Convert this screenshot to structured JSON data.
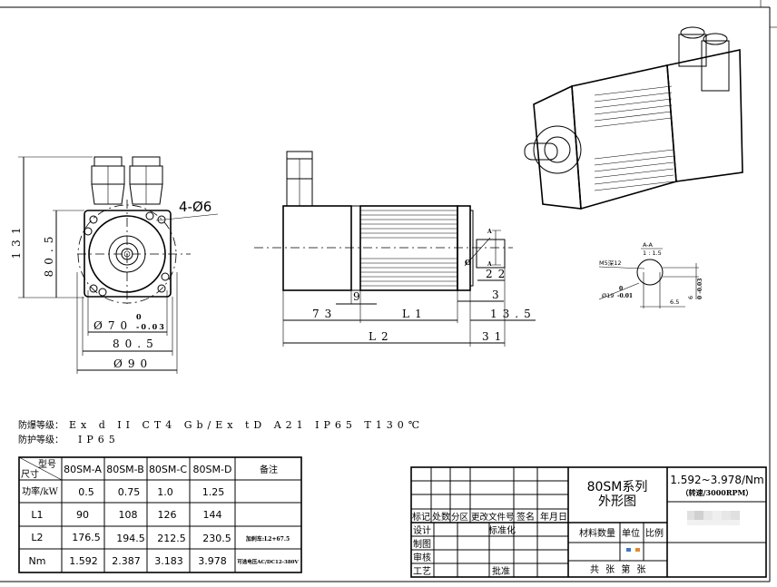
{
  "drawing": {
    "front_view": {
      "height_total": "131",
      "flange_height": "80.5",
      "holes": "4-Ø6",
      "pilot_dia_value": "Ø70",
      "pilot_tol_upper": "0",
      "pilot_tol_lower": "-0.03",
      "flange_width": "80.5",
      "bolt_circle": "Ø90"
    },
    "side_view": {
      "dim_9": "9",
      "dim_73": "73",
      "dim_L1": "L1",
      "dim_L2": "L2",
      "dim_3": "3",
      "dim_22": "22",
      "dim_13_5": "13.5",
      "dim_31": "31",
      "shaft_dia": "Ø",
      "section_mark": "A"
    },
    "section": {
      "title": "A-A",
      "scale": "1 : 1.5",
      "thread": "M5深12",
      "shaft_dia": "Ø19",
      "shaft_tol_upper": "0",
      "shaft_tol_lower": "-0.01",
      "key_width": "6",
      "key_tol": "0 -0.03",
      "key_depth": "6.5"
    }
  },
  "specs": {
    "explosion_label": "防爆等级：",
    "explosion_value": "Ex d II CT4 Gb/Ex tD A21 IP65 T130℃",
    "protection_label": "防护等级：",
    "protection_value": "IP65"
  },
  "table": {
    "corner_top": "型号",
    "corner_bottom": "尺寸",
    "headers": [
      "80SM-A",
      "80SM-B",
      "80SM-C",
      "80SM-D",
      "备注"
    ],
    "rows": [
      {
        "label": "功率/kW",
        "values": [
          "0.5",
          "0.75",
          "1.0",
          "1.25"
        ],
        "note": ""
      },
      {
        "label": "L1",
        "values": [
          "90",
          "108",
          "126",
          "144"
        ],
        "note": ""
      },
      {
        "label": "L2",
        "values": [
          "176.5",
          "194.5",
          "212.5",
          "230.5"
        ],
        "note": "加刹车:L2+67.5"
      },
      {
        "label": "Nm",
        "values": [
          "1.592",
          "2.387",
          "3.183",
          "3.978"
        ],
        "note": "可选电压AC/DC12-380V"
      }
    ]
  },
  "title_block": {
    "rev_headers": [
      "标记",
      "处数",
      "分区",
      "更改文件号",
      "签名",
      "年月日"
    ],
    "roles": [
      "设计",
      "制图",
      "审核",
      "工艺"
    ],
    "standardize": "标准化",
    "approve": "批准",
    "title_line1": "80SM系列",
    "title_line2": "外形图",
    "material_qty": "材料数量",
    "unit": "单位",
    "ratio": "比例",
    "sheets": "共 张 第 张",
    "torque_range": "1.592~3.978/Nm",
    "speed": "（转速/3000RPM）"
  }
}
